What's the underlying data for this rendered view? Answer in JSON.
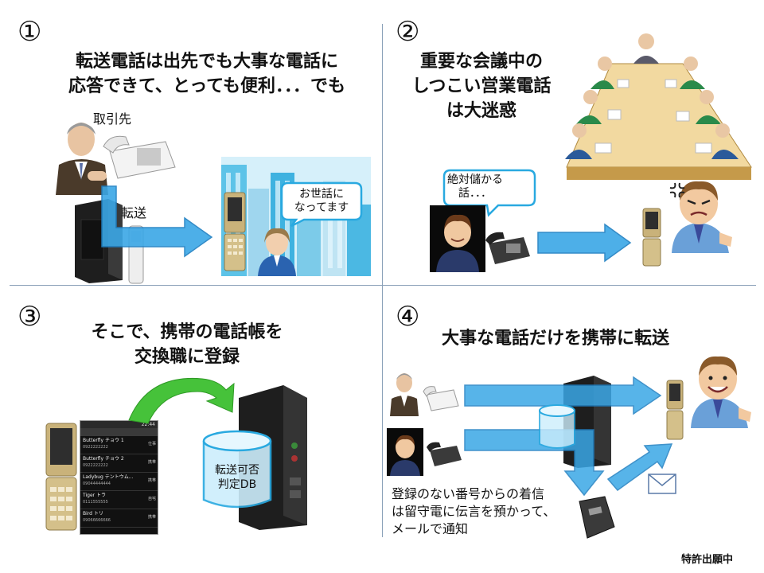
{
  "panels": [
    {
      "number": "①",
      "headline": [
        "転送電話は出先でも大事な電話に",
        "応答できて、とっても便利．．．でも"
      ],
      "label_partner": "取引先",
      "label_forward": "転送",
      "bubble": [
        "お世話に",
        "なってます"
      ]
    },
    {
      "number": "②",
      "headline": [
        "重要な会議中の",
        "しつこい営業電話",
        "は大迷惑"
      ],
      "bubble": [
        "絶対儲かる",
        "話．．．"
      ]
    },
    {
      "number": "③",
      "headline": [
        "そこで、携帯の電話帳を",
        "交換職に登録"
      ],
      "db_label": [
        "転送可否",
        "判定DB"
      ]
    },
    {
      "number": "④",
      "headline": [
        "大事な電話だけを携帯に転送"
      ],
      "caption": [
        "登録のない番号からの着信",
        "は留守電に伝言を預かって、",
        "メールで通知"
      ]
    }
  ],
  "phone_screen": {
    "status_time": "22:44",
    "contacts": [
      {
        "name": "Butterfly チョウ 1",
        "number": "0922222222",
        "tag": "仕事"
      },
      {
        "name": "Butterfly チョウ 2",
        "number": "0922222222",
        "tag": "携帯"
      },
      {
        "name": "Ladybug テントウム...",
        "number": "09044444444",
        "tag": "携帯"
      },
      {
        "name": "Tiger トラ",
        "number": "0111555555",
        "tag": "自宅"
      },
      {
        "name": "Bird トリ",
        "number": "09066666666",
        "tag": "携帯"
      }
    ]
  },
  "footer": "特許出願中",
  "colors": {
    "arrow_blue": "#3aa7e6",
    "arrow_dark": "#1f7fc1",
    "green_arrow": "#46c23a",
    "divider": "#8aa0b8"
  }
}
